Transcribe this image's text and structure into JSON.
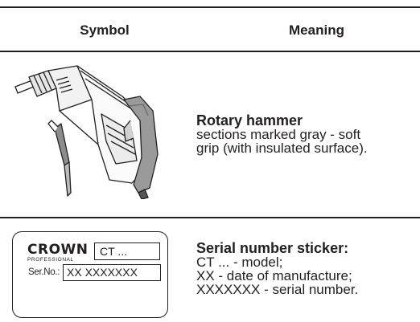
{
  "table": {
    "header": {
      "symbol": "Symbol",
      "meaning": "Meaning"
    },
    "rows": [
      {
        "symbol_icon": "rotary-hammer-drawing",
        "title": "Rotary hammer",
        "lines": [
          "sections marked gray - soft",
          "grip (with insulated surface)."
        ]
      },
      {
        "sticker": {
          "brand": "CROWN",
          "brand_sub": "PROFESSIONAL",
          "model": "CT ...",
          "serial_label": "Ser.No.:",
          "serial_value": "XX XXXXXXX"
        },
        "title": "Serial number sticker:",
        "lines": [
          "CT ... - model;",
          "XX - date of manufacture;",
          "XXXXXXX - serial number."
        ]
      }
    ]
  }
}
